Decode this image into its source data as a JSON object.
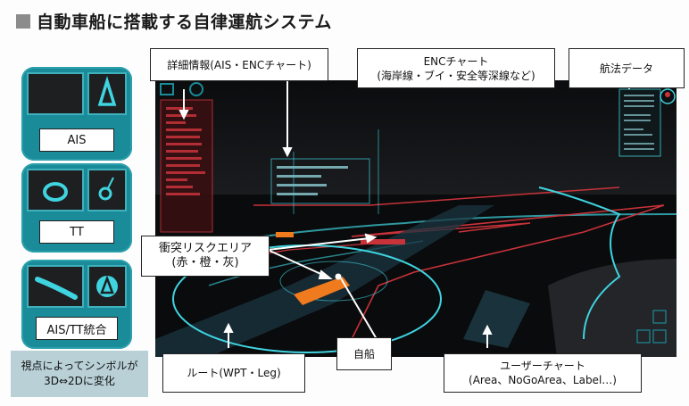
{
  "title": "自動車船に搭載する自律運航システム",
  "symbol_cards": [
    {
      "label": "AIS",
      "icon_2d": "triangle-icon",
      "icon_3d": "ship-3d-icon"
    },
    {
      "label": "TT",
      "icon_2d": "circle-heading-icon",
      "icon_3d": "ring-3d-icon"
    },
    {
      "label": "AIS/TT統合",
      "icon_2d": "circle-triangle-icon",
      "icon_3d": "hull-3d-icon"
    }
  ],
  "note": {
    "line1": "視点によってシンボルが",
    "line2": "3D⇔2Dに変化"
  },
  "callouts": {
    "detail_info": "詳細情報(AIS・ENCチャート)",
    "enc_chart_line1": "ENCチャート",
    "enc_chart_line2": "(海岸線・ブイ・安全等深線など)",
    "nav_data": "航法データ",
    "collision_risk_line1": "衝突リスクエリア",
    "collision_risk_line2": "(赤・橙・灰)",
    "route": "ルート(WPT・Leg)",
    "own_ship": "自船",
    "user_chart_line1": "ユーザーチャート",
    "user_chart_line2": "(Area、NoGoArea、Label…)"
  },
  "colors": {
    "card_teal": "#1a8b98",
    "screen_bg": "#0d0e10",
    "cyan": "#3fd4e0",
    "red": "#c8333a",
    "orange": "#f07a1e"
  }
}
